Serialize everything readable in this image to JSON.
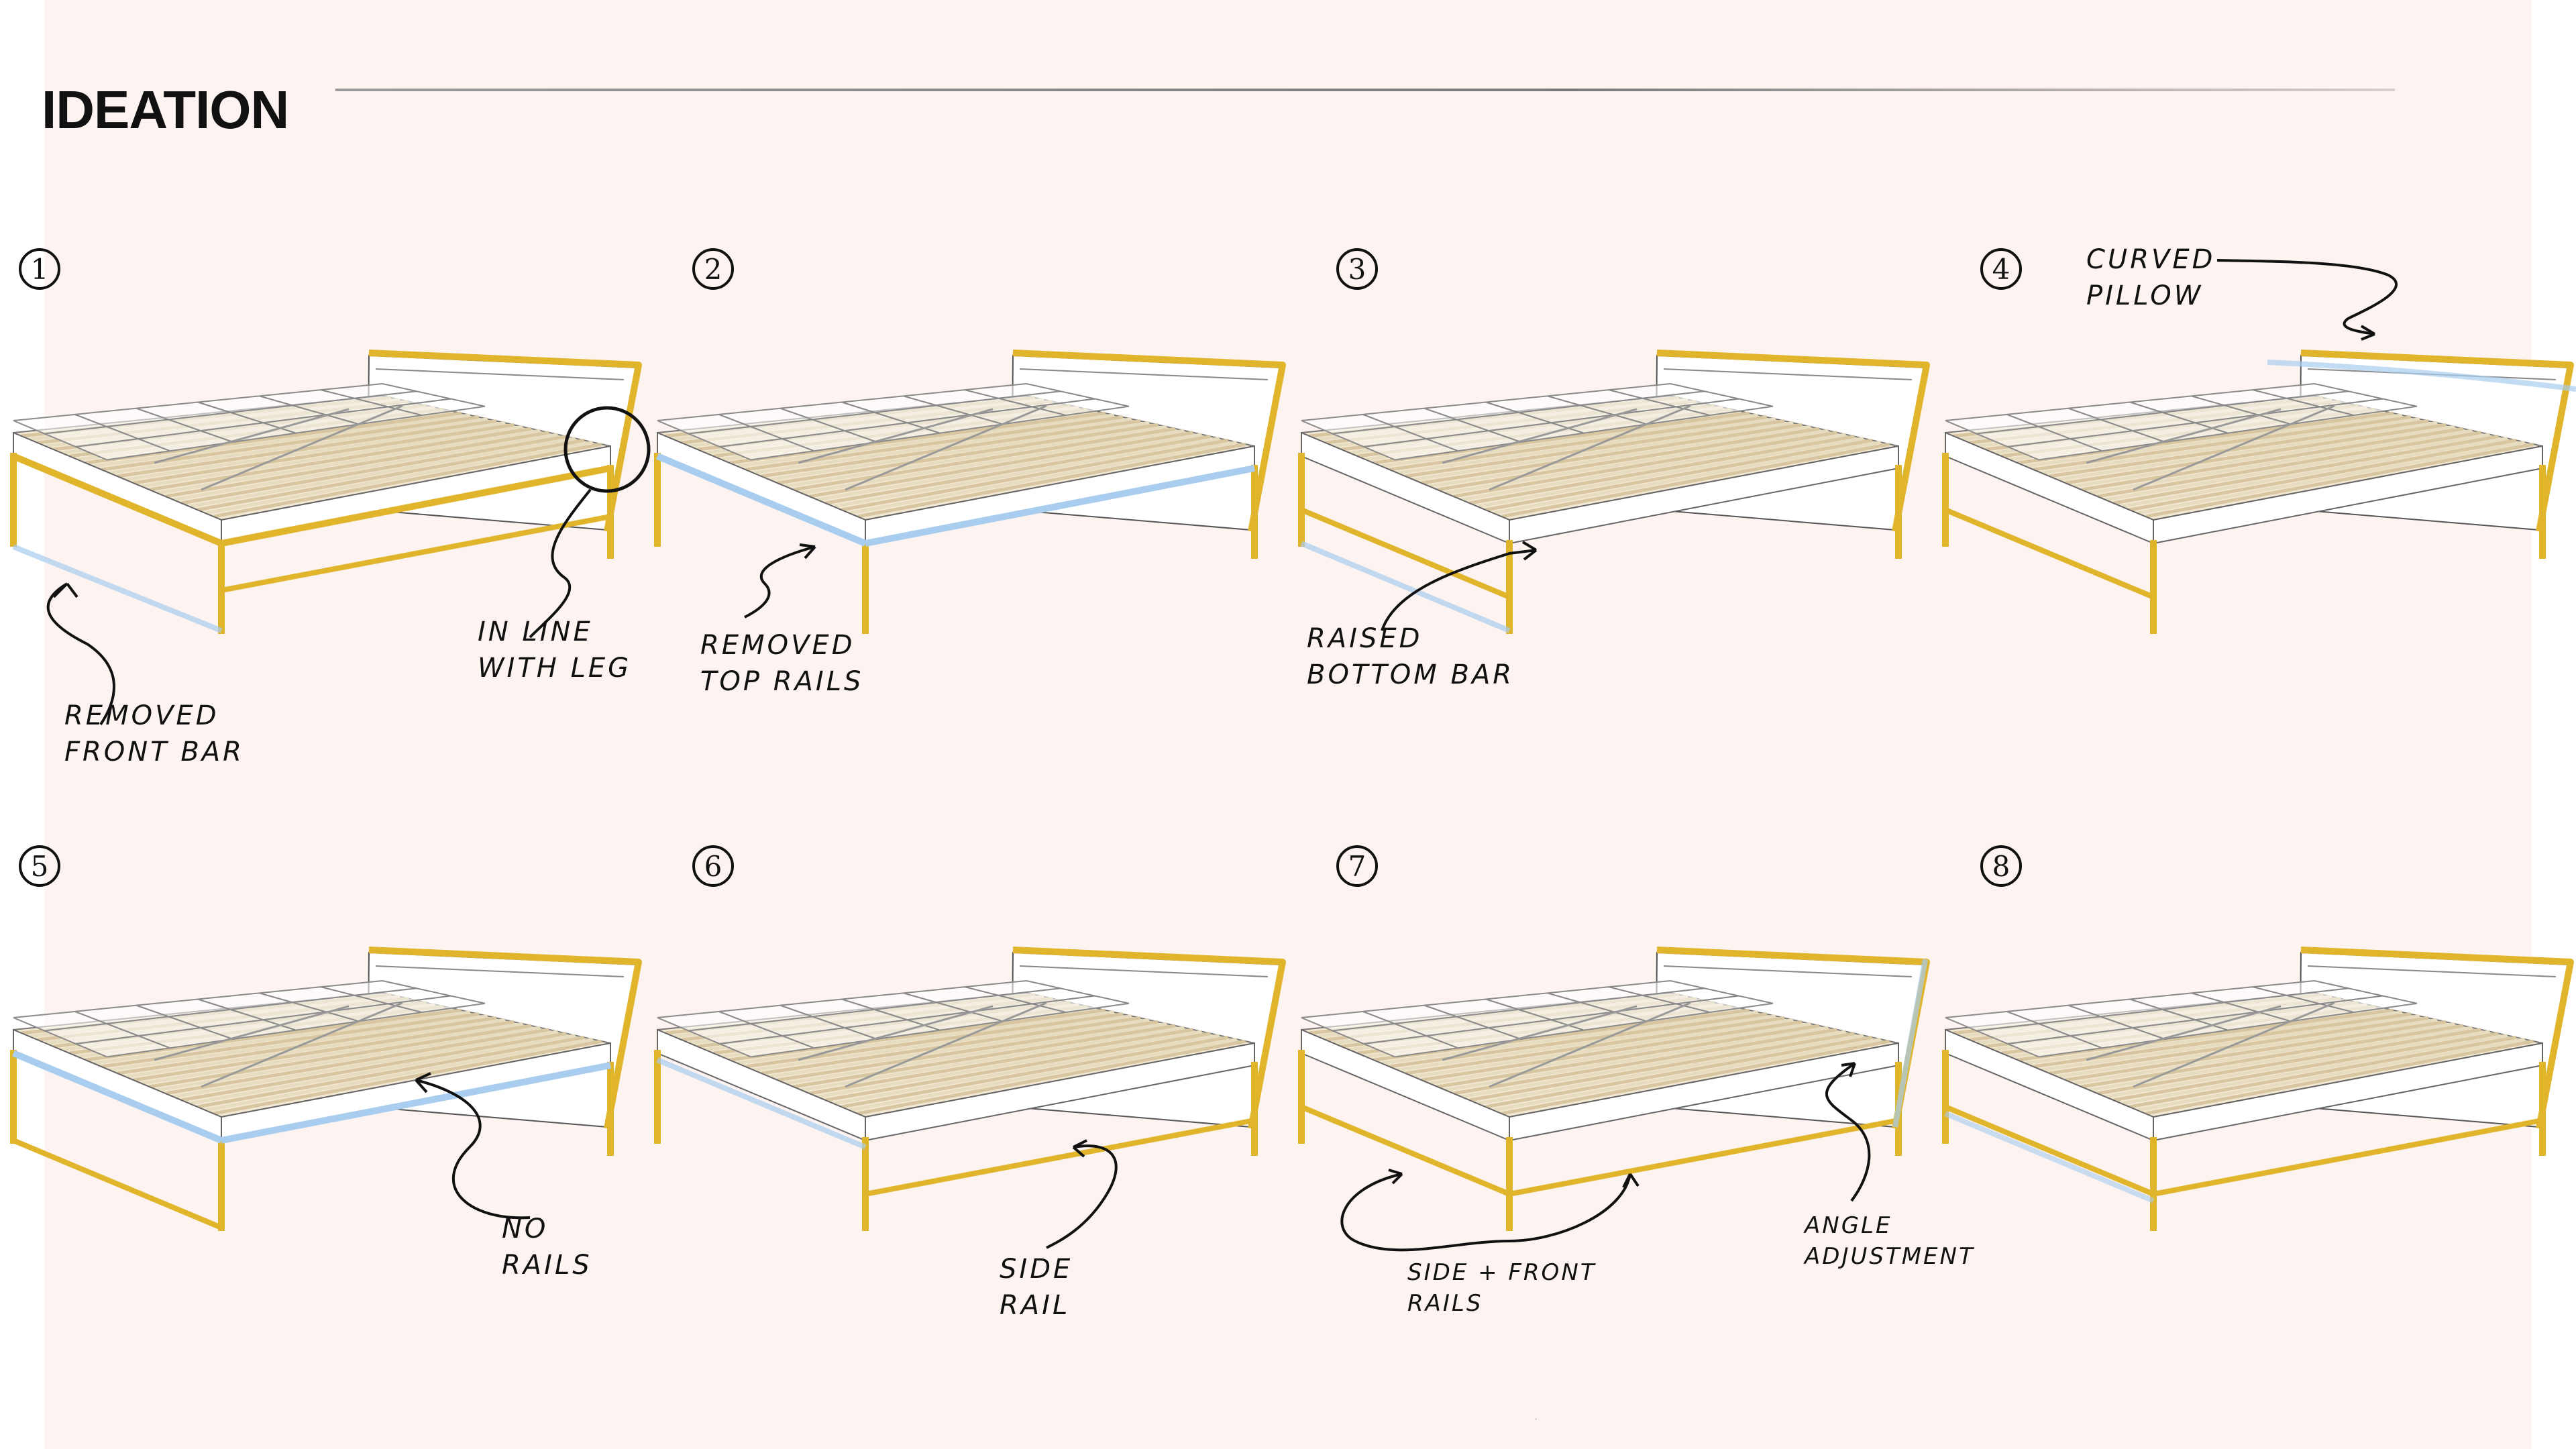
{
  "page": {
    "title": "IDEATION",
    "background": "#fdf4f2",
    "accent_gold": "#e0b52c",
    "accent_blue": "#a8cdee"
  },
  "concepts": [
    {
      "number": "1",
      "notes": [
        {
          "text": "IN LINE\nWITH LEG"
        },
        {
          "text": "REMOVED\nFRONT BAR"
        }
      ]
    },
    {
      "number": "2",
      "notes": [
        {
          "text": "REMOVED\nTOP RAILS"
        }
      ]
    },
    {
      "number": "3",
      "notes": [
        {
          "text": "RAISED\nBOTTOM BAR"
        }
      ]
    },
    {
      "number": "4",
      "notes": [
        {
          "text": "CURVED\nPILLOW"
        }
      ]
    },
    {
      "number": "5",
      "notes": [
        {
          "text": "NO\nRAILS"
        }
      ]
    },
    {
      "number": "6",
      "notes": [
        {
          "text": "SIDE\nRAIL"
        }
      ]
    },
    {
      "number": "7",
      "notes": [
        {
          "text": "SIDE + FRONT\nRAILS"
        },
        {
          "text": "ANGLE\nADJUSTMENT"
        }
      ]
    },
    {
      "number": "8",
      "notes": []
    }
  ]
}
